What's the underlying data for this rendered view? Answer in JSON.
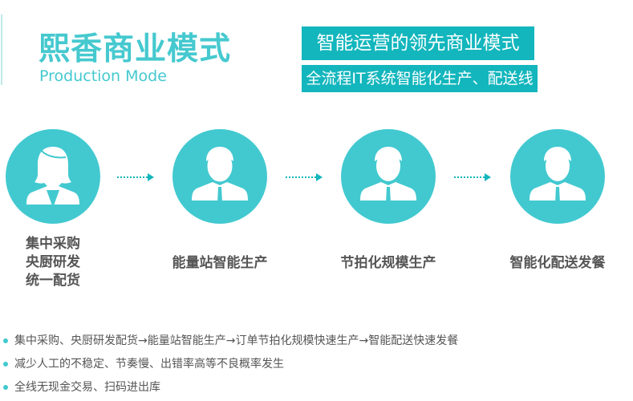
{
  "header": {
    "title": "熙香商业模式",
    "subtitle": "Production Mode"
  },
  "tags": [
    "智能运营的领先商业模式",
    "全流程IT系统智能化生产、配送线"
  ],
  "steps": [
    {
      "icon": "female-person-icon",
      "lines": [
        "集中采购",
        "央厨研发",
        "统一配货"
      ]
    },
    {
      "icon": "male-person-icon",
      "lines": [
        "能量站智能生产"
      ]
    },
    {
      "icon": "male-person-icon",
      "lines": [
        "节拍化规模生产"
      ]
    },
    {
      "icon": "male-person-icon",
      "lines": [
        "智能化配送发餐"
      ]
    }
  ],
  "bullets": [
    "集中采购、央厨研发配货→能量站智能生产→订单节拍化规模快速生产→智能配送快速发餐",
    "减少人工的不稳定、节奏慢、出错率高等不良概率发生",
    "全线无现金交易、扫码进出库"
  ],
  "colors": {
    "accent": "#42c9d0",
    "tag": "#13b6bd",
    "text": "#555555"
  }
}
